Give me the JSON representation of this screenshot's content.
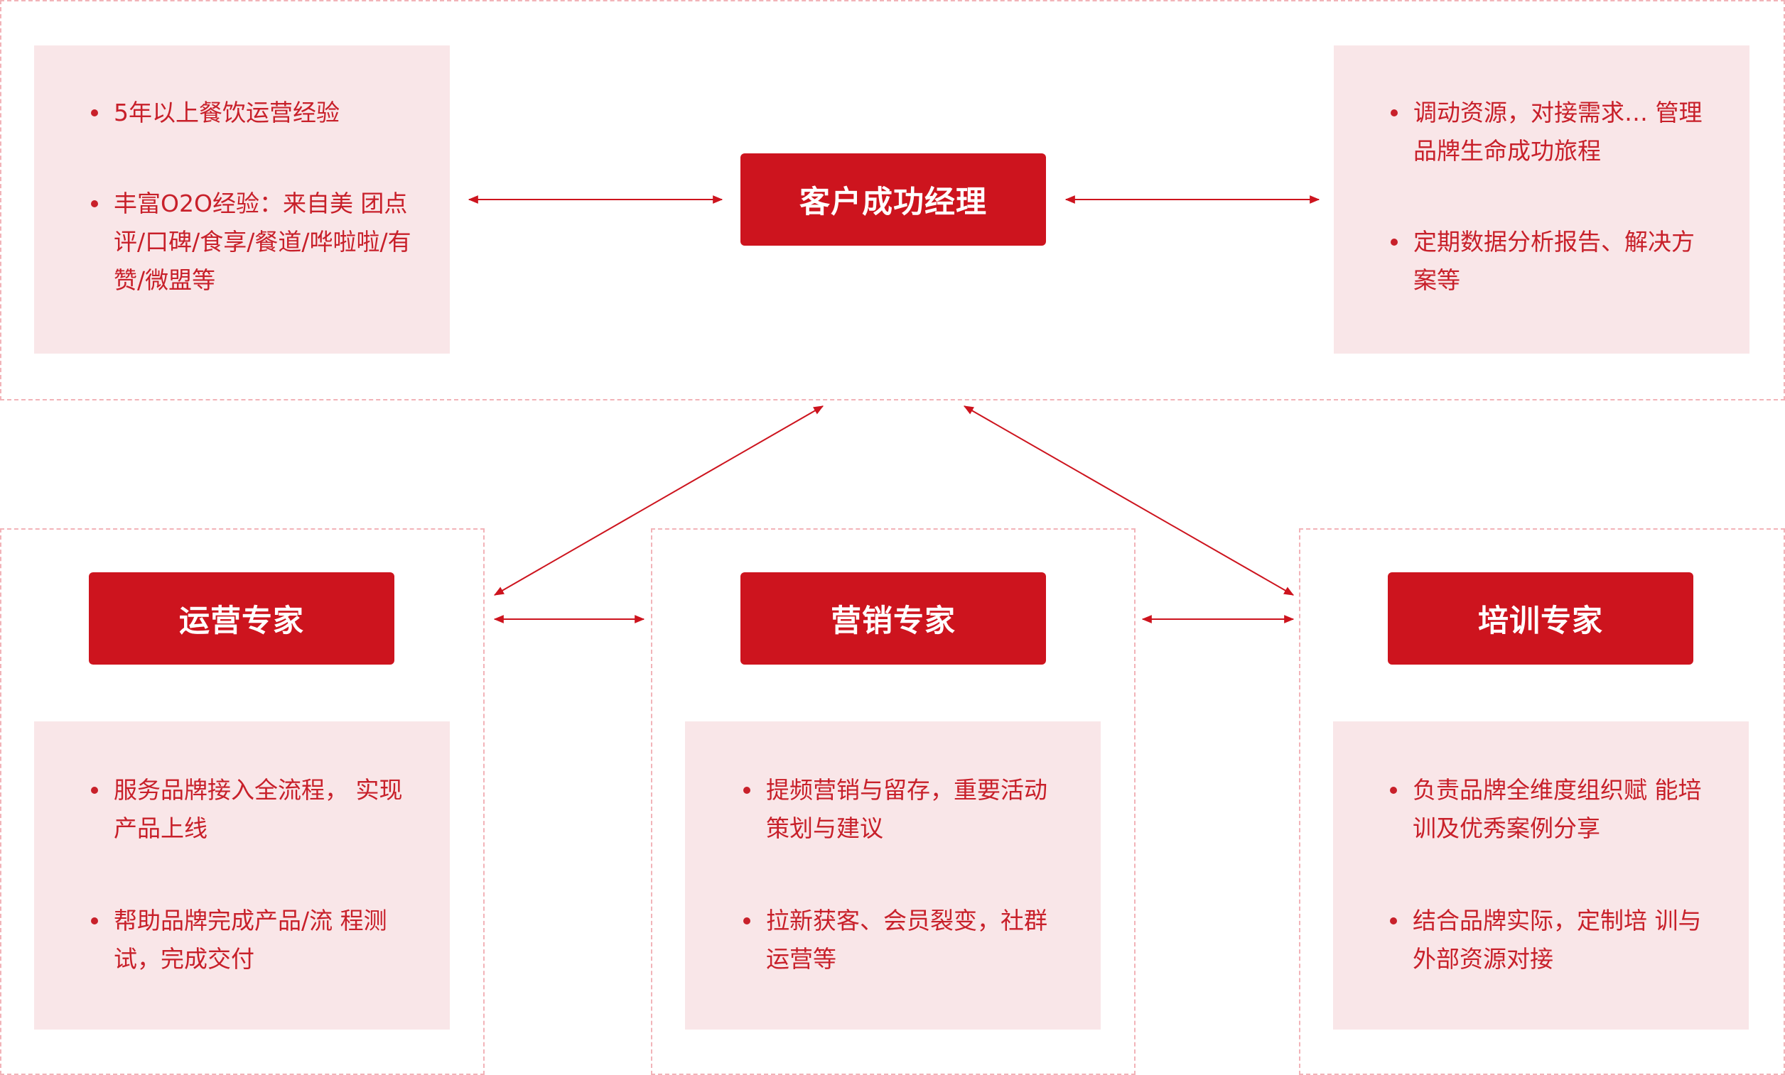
{
  "colors": {
    "accent": "#cd141e",
    "card_fill": "#f9e6e8",
    "dashed_border": "#f2b3b8"
  },
  "manager": {
    "title": "客户成功经理",
    "left_points": [
      "5年以上餐饮运营经验",
      "丰富O2O经验：来自美 团点评/口碑/食享/餐道/哗啦啦/有赞/微盟等"
    ],
    "right_points": [
      "调动资源，对接需求… 管理品牌生命成功旅程",
      "定期数据分析报告、解决方案等"
    ]
  },
  "experts": [
    {
      "title": "运营专家",
      "points": [
        "服务品牌接入全流程， 实现产品上线",
        "帮助品牌完成产品/流 程测试，完成交付"
      ]
    },
    {
      "title": "营销专家",
      "points": [
        "提频营销与留存，重要活动策划与建议",
        "拉新获客、会员裂变，社群运营等"
      ]
    },
    {
      "title": "培训专家",
      "points": [
        "负责品牌全维度组织赋 能培训及优秀案例分享",
        "结合品牌实际，定制培 训与外部资源对接"
      ]
    }
  ]
}
